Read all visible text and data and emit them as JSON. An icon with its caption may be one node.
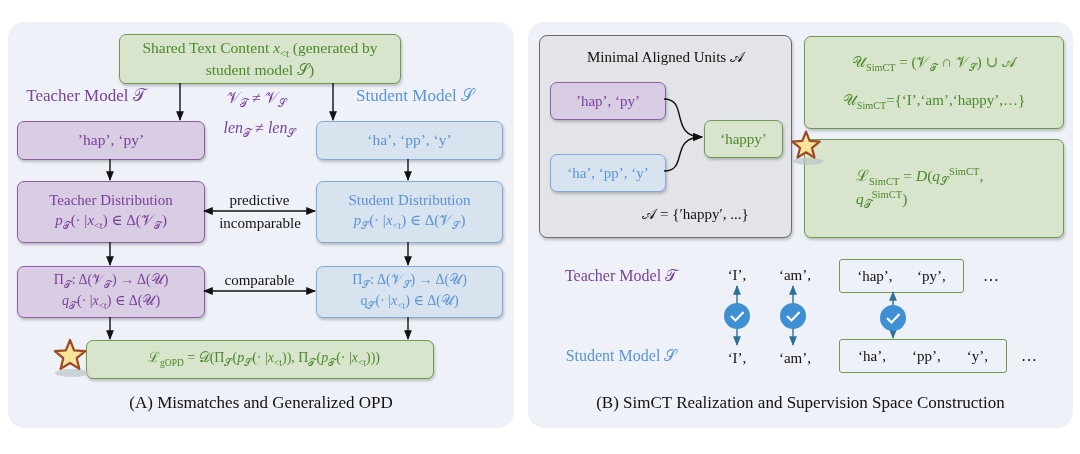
{
  "diagram": {
    "nodes": [
      {
        "text": [
          "(A) Mismatches and Generalized OPD"
        ]
      },
      {
        "text": [
          "Shared Text Content *x*$_{<t}$ (generated by student model 𝒮)"
        ],
        "in": 0
      },
      {
        "text": [
          "’hap’, ‘py’"
        ],
        "in": 0
      },
      {
        "text": [
          "‘ha’, ‘pp’, ‘y’"
        ],
        "in": 0
      },
      {
        "text": [
          "Teacher Distribution",
          "*p*$_{𝒯}$(· |*x*$_{<t}$) ∈ Δ(𝒱$_{𝒯}$)"
        ],
        "in": 0
      },
      {
        "text": [
          "Student Distribution",
          "*p*$_{𝒮}$(· |*x*$_{<t}$) ∈ Δ(𝒱$_{𝒮}$)"
        ],
        "in": 0
      },
      {
        "text": [
          "Π$_{𝒯}$: Δ(𝒱$_{𝒯}$) → Δ(𝒰)",
          "*q*$_{𝒯}$(· |*x*$_{<t}$) ∈ Δ(𝒰)"
        ],
        "in": 0
      },
      {
        "text": [
          "Π$_{𝒮}$: Δ(𝒱$_{𝒮}$) → Δ(𝒰)",
          "q$_{𝒮}$(· |*x*$_{<t}$) ∈ Δ(𝒰)"
        ],
        "in": 0
      },
      {
        "text": [
          "ℒ$_{gOPD}$ = 𝒟(Π$_{𝒮}$(*p*$_{𝒮}$(· |*x*$_{<t}$)), Π$_{𝒯}$(*p*$_{𝒯}$(· |*x*$_{<t}$)))"
        ],
        "in": 0
      },
      {
        "text": [
          "(B) SimCT Realization and Supervision Space Construction"
        ]
      },
      {
        "text": [
          "Minimal Aligned Units 𝒜",
          "𝒜 = {′happy′, ...}"
        ],
        "in": 9
      },
      {
        "text": [
          "’hap’, ‘py’"
        ],
        "in": 10
      },
      {
        "text": [
          "‘ha’, ‘pp’, ‘y’"
        ],
        "in": 10
      },
      {
        "text": [
          "‘happy’"
        ],
        "in": 10
      },
      {
        "text": [
          "𝒰$_{SimCT}$ = (𝒱$_{𝒯}$ ∩ 𝒱$_{𝒮}$) ∪ 𝒜",
          "𝒰$_{SimCT}$={‘I’,‘am’,‘happy’,…}"
        ],
        "in": 9
      },
      {
        "text": [
          "ℒ$_{SimCT}$ = *D*(*q*$_{𝒮}$$^{SimCT}$, *q*$_{𝒯}$$^{SimCT}$)"
        ],
        "in": 9
      },
      {
        "text": [
          "‘I’,"
        ],
        "in": 9
      },
      {
        "text": [
          "‘am’,"
        ],
        "in": 9
      },
      {
        "text": [
          "‘hap’,",
          "‘py’,"
        ],
        "in": 9
      },
      {
        "text": [
          "‘I’,"
        ],
        "in": 9
      },
      {
        "text": [
          "‘am’,"
        ],
        "in": 9
      },
      {
        "text": [
          "‘ha’,",
          "‘pp’,",
          "‘y’,"
        ],
        "in": 9
      }
    ],
    "edges": [
      {
        "from": 1,
        "to": 2,
        "arrow": "to"
      },
      {
        "from": 1,
        "to": 3,
        "arrow": "to"
      },
      {
        "from": 2,
        "to": 4,
        "arrow": "to"
      },
      {
        "from": 3,
        "to": 5,
        "arrow": "to"
      },
      {
        "from": 4,
        "to": 5,
        "arrow": "both",
        "label": "predictive"
      },
      {
        "from": 4,
        "to": 6,
        "arrow": "to"
      },
      {
        "from": 5,
        "to": 7,
        "arrow": "to"
      },
      {
        "from": 6,
        "to": 7,
        "arrow": "both",
        "label": "comparable"
      },
      {
        "from": 6,
        "to": 8,
        "arrow": "to"
      },
      {
        "from": 7,
        "to": 8,
        "arrow": "to"
      },
      {
        "from": 11,
        "to": 13,
        "arrow": "to"
      },
      {
        "from": 12,
        "to": 13,
        "arrow": "to"
      },
      {
        "from": 16,
        "to": 19,
        "arrow": "both",
        "color": "#2f6f96"
      },
      {
        "from": 17,
        "to": 20,
        "arrow": "both",
        "color": "#2f6f96"
      },
      {
        "from": 18,
        "to": 21,
        "arrow": "both",
        "color": "#2f6f96"
      }
    ],
    "labels": [
      "Teacher Model 𝒯",
      "𝒱$_{𝒯}$ ≠ 𝒱$_{𝒮}$",
      "Student Model 𝒮",
      "*len*$_{𝒯}$ ≠ *len*$_{𝒮}$",
      "incomparable",
      "Teacher Model 𝒯",
      "…",
      "Student Model 𝒮",
      "…"
    ]
  }
}
